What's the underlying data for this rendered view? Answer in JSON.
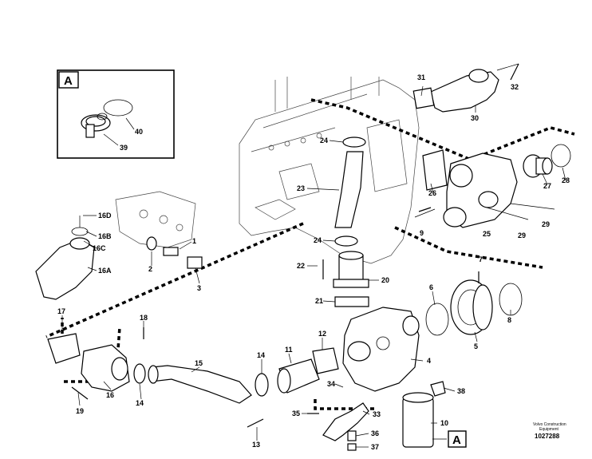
{
  "detail": {
    "letter": "A",
    "callout_letter": "A"
  },
  "labels": {
    "l1": "1",
    "l2": "2",
    "l3": "3",
    "l4": "4",
    "l5": "5",
    "l6": "6",
    "l7": "7",
    "l8": "8",
    "l9": "9",
    "l10": "10",
    "l11": "11",
    "l12": "12",
    "l13": "13",
    "l14a": "14",
    "l14b": "14",
    "l15": "15",
    "l16": "16",
    "l16a": "16A",
    "l16b": "16B",
    "l16c": "16C",
    "l16d": "16D",
    "l17": "17",
    "l18": "18",
    "l19": "19",
    "l20": "20",
    "l21": "21",
    "l22": "22",
    "l23": "23",
    "l24a": "24",
    "l24b": "24",
    "l25": "25",
    "l26": "26",
    "l27": "27",
    "l28": "28",
    "l29a": "29",
    "l29b": "29",
    "l30": "30",
    "l31": "31",
    "l32": "32",
    "l33": "33",
    "l34": "34",
    "l35": "35",
    "l36": "36",
    "l37": "37",
    "l38": "38",
    "l39": "39",
    "l40": "40"
  },
  "publisher": {
    "line1": "Volvo Construction",
    "line2": "Equipment",
    "number": "1027288"
  }
}
